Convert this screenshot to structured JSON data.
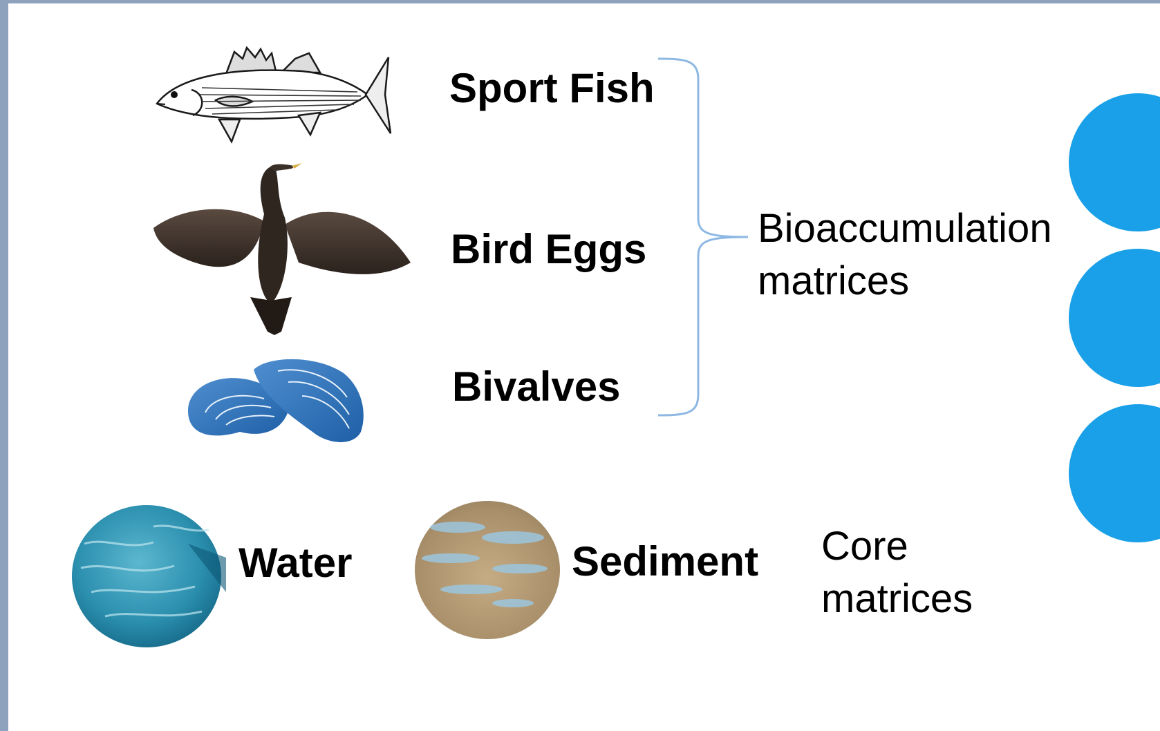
{
  "bio_items": [
    {
      "label": "Sport Fish",
      "icon": "fish-icon"
    },
    {
      "label": "Bird Eggs",
      "icon": "cormorant-bird-icon"
    },
    {
      "label": "Bivalves",
      "icon": "mussel-shell-icon"
    }
  ],
  "bioaccumulation_group": {
    "line1": "Bioaccumulation",
    "line2": "matrices"
  },
  "core_items": [
    {
      "label": "Water",
      "icon": "water-surface-image"
    },
    {
      "label": "Sediment",
      "icon": "sediment-surface-image"
    }
  ],
  "core_group": {
    "line1": "Core",
    "line2": "matrices"
  },
  "colors": {
    "frame": "#8fa2bd",
    "bracket": "#8db8e3",
    "side_discs": "#19a0e8",
    "text": "#000000"
  }
}
